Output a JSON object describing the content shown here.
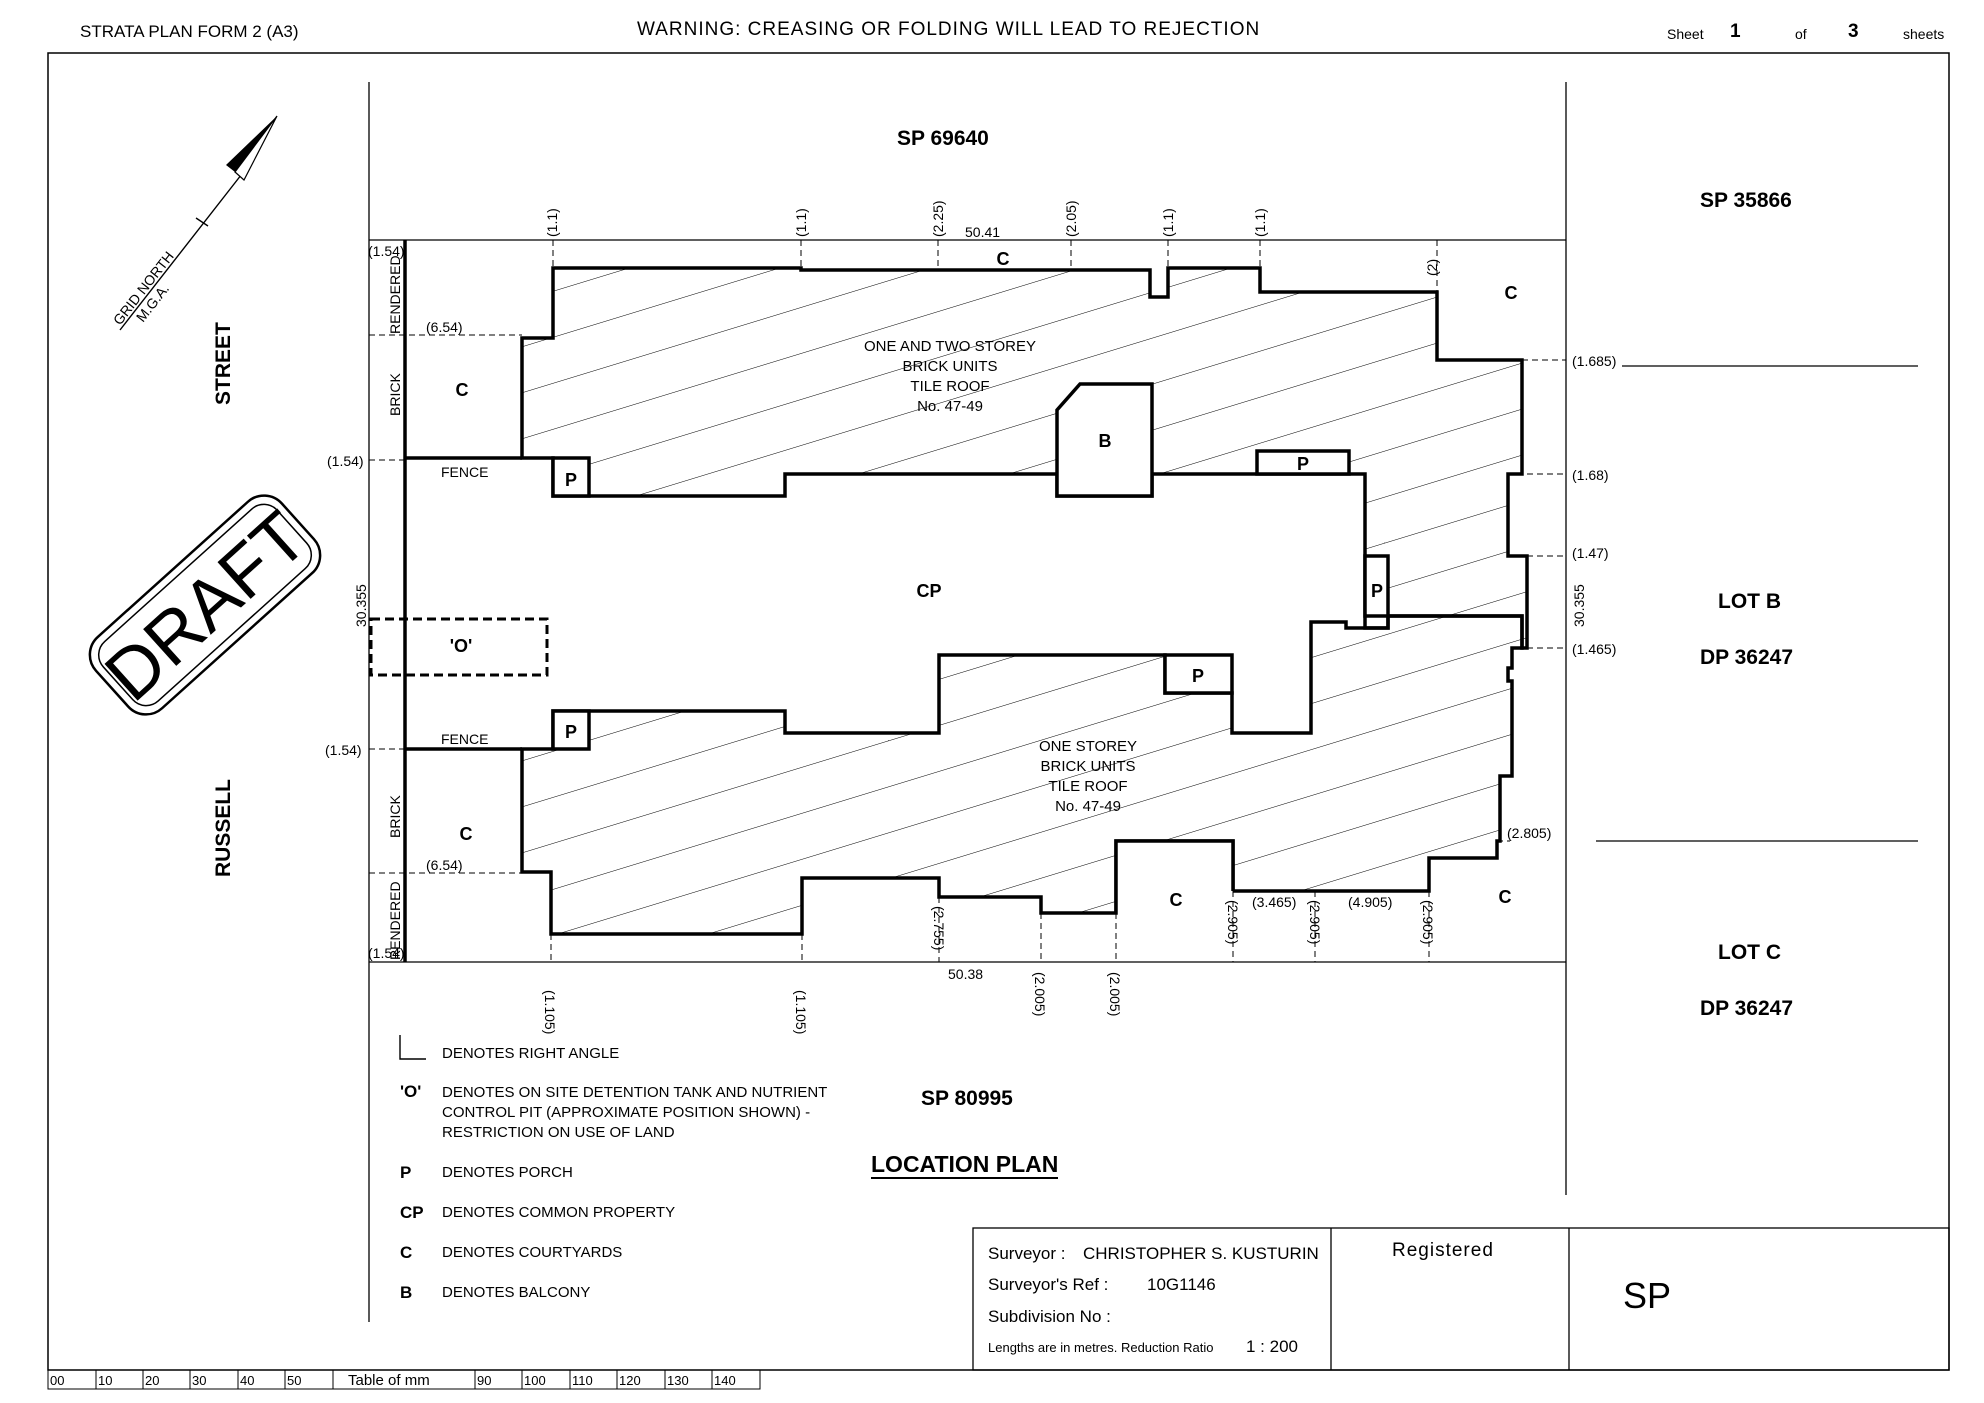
{
  "header": {
    "form": "STRATA PLAN FORM 2 (A3)",
    "warning": "WARNING: CREASING OR FOLDING WILL LEAD TO REJECTION",
    "sheet_word": "Sheet",
    "sheet_num": "1",
    "of_word": "of",
    "sheet_total": "3",
    "sheets_word": "sheets"
  },
  "north": {
    "line1": "GRID NORTH",
    "line2": "M.G.A."
  },
  "stamp": "DRAFT",
  "streets": {
    "street": "STREET",
    "russell": "RUSSELL"
  },
  "neighbors": {
    "top": "SP 69640",
    "top_right": "SP 35866",
    "lot_b": "LOT B",
    "lot_b_dp": "DP 36247",
    "lot_c": "LOT C",
    "lot_c_dp": "DP 36247",
    "bottom": "SP 80995"
  },
  "upper_building": [
    "ONE AND TWO STOREY",
    "BRICK UNITS",
    "TILE ROOF",
    "No. 47-49"
  ],
  "lower_building": [
    "ONE  STOREY",
    "BRICK UNITS",
    "TILE ROOF",
    "No. 47-49"
  ],
  "area_labels": {
    "cp": "CP",
    "b": "B",
    "p": "P",
    "c": "C",
    "osd": "'O'",
    "fence": "FENCE",
    "brick": "BRICK",
    "rendered": "RENDERED"
  },
  "dimensions": {
    "top_len": "50.41",
    "bottom_len": "50.38",
    "left_len": "30.355",
    "right_len": "30.355",
    "top": [
      "(1.1)",
      "(1.1)",
      "(2.25)",
      "(2.05)",
      "(1.1)",
      "(1.1)",
      "(2)"
    ],
    "left": [
      "(1.54)",
      "(6.54)",
      "(1.54)",
      "(1.54)",
      "(6.54)",
      "(1.54)"
    ],
    "right": [
      "(1.685)",
      "(1.68)",
      "(1.47)",
      "(1.465)",
      "(2.805)"
    ],
    "bottom": [
      "(1.105)",
      "(1.105)",
      "(2.755)",
      "(2.005)",
      "(2.005)",
      "(2.905)",
      "(2.905)",
      "(2.905)",
      "(3.465)",
      "(4.905)"
    ]
  },
  "legend": [
    {
      "symbol": "",
      "text": "DENOTES RIGHT ANGLE"
    },
    {
      "symbol": "'O'",
      "text": "DENOTES ON SITE DETENTION TANK AND NUTRIENT"
    },
    {
      "symbol": "",
      "text": "CONTROL PIT (APPROXIMATE POSITION SHOWN) -"
    },
    {
      "symbol": "",
      "text": "RESTRICTION ON USE OF LAND"
    },
    {
      "symbol": "P",
      "text": "DENOTES PORCH"
    },
    {
      "symbol": "CP",
      "text": "DENOTES COMMON PROPERTY"
    },
    {
      "symbol": "C",
      "text": "DENOTES COURTYARDS"
    },
    {
      "symbol": "B",
      "text": "DENOTES BALCONY"
    }
  ],
  "plan_title": "LOCATION PLAN",
  "title_block": {
    "surveyor_label": "Surveyor :",
    "surveyor_name": "CHRISTOPHER S. KUSTURIN",
    "ref_label": "Surveyor's Ref :",
    "ref_value": "10G1146",
    "subdivision_label": "Subdivision No :",
    "lengths_note": "Lengths are in metres. Reduction Ratio",
    "ratio": "1 : 200",
    "registered": "Registered",
    "sp": "SP"
  },
  "scale_ruler": [
    "00",
    "10",
    "20",
    "30",
    "40",
    "50",
    "Table of mm",
    "90",
    "100",
    "110",
    "120",
    "130",
    "140"
  ]
}
